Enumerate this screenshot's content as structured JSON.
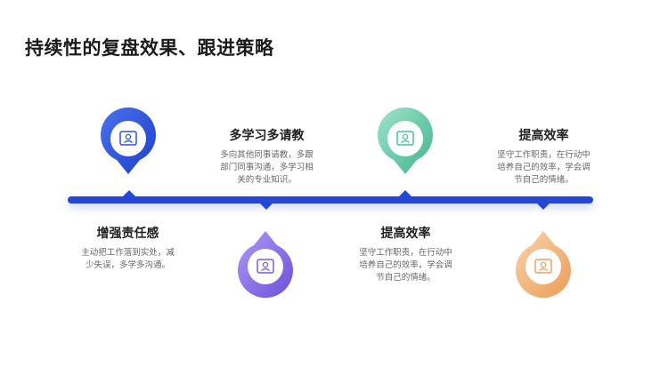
{
  "title": "持续性的复盘效果、跟进策略",
  "colors": {
    "timeline": "#2547d6",
    "pin_blue": [
      "#3b63e8",
      "#1d3fc9"
    ],
    "pin_purple": [
      "#a58cf0",
      "#6c4fd9"
    ],
    "pin_green": [
      "#8fdcc0",
      "#3fb58d"
    ],
    "pin_orange": [
      "#f6c89a",
      "#eb9c56"
    ]
  },
  "steps": [
    {
      "heading": "增强责任感",
      "lines": [
        "主动把工作落到实处，减",
        "少失误，多学多沟通。"
      ],
      "icon": "badge-icon",
      "color": "blue"
    },
    {
      "heading": "多学习多请教",
      "lines": [
        "多向其他同事请教，多跟",
        "部门同事沟通，多学习相",
        "关的专业知识。"
      ],
      "icon": "badge-icon",
      "color": "purple"
    },
    {
      "heading": "提高效率",
      "lines": [
        "坚守工作职责，在行动中",
        "培养自己的效率，学会调",
        "节自己的情绪。"
      ],
      "icon": "badge-icon",
      "color": "green"
    },
    {
      "heading": "提高效率",
      "lines": [
        "坚守工作职责，在行动中",
        "培养自己的效率，学会调",
        "节自己的情绪。"
      ],
      "icon": "badge-icon",
      "color": "orange"
    }
  ]
}
